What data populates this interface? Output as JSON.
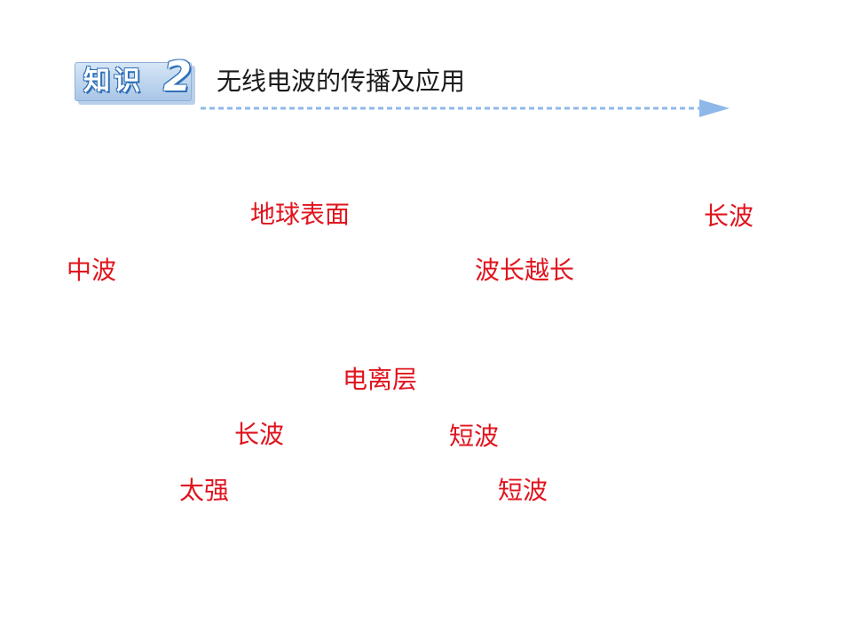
{
  "header": {
    "badge_text": "知识",
    "badge_number": "2",
    "title": "无线电波的传播及应用",
    "colors": {
      "badge_blue": "#2f6fb8",
      "arrow_blue": "#8fb8ea"
    }
  },
  "answers": {
    "a1": "地球表面",
    "a2": "长波",
    "a3": "中波",
    "a4": "波长越长",
    "a5": "电离层",
    "a6": "长波",
    "a7": "短波",
    "a8": "太强",
    "a9": "短波",
    "color": "#e0141e"
  }
}
